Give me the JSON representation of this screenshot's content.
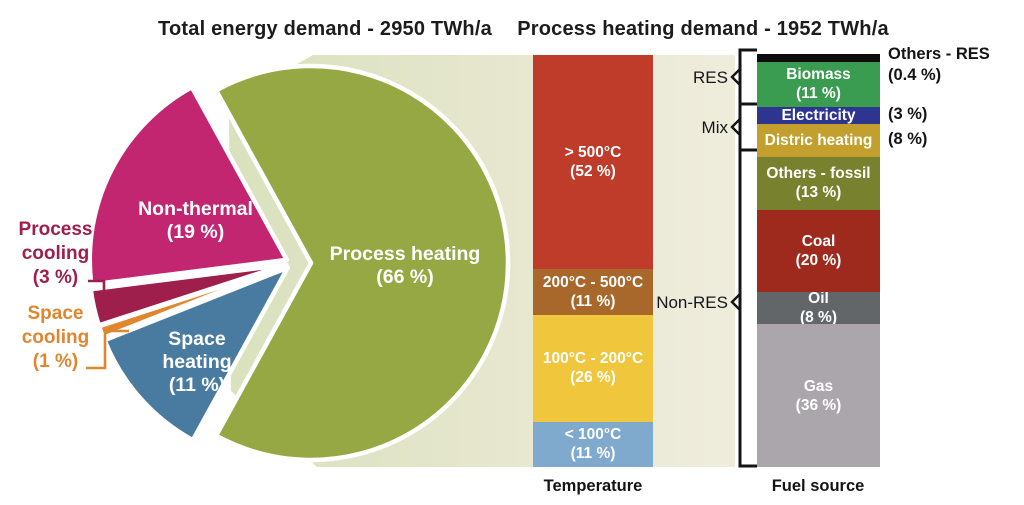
{
  "titles": {
    "pie": "Total energy demand - 2950 TWh/a",
    "bars": "Process heating demand - 1952 TWh/a"
  },
  "colors": {
    "process_heating": "#96a843",
    "non_thermal": "#c22670",
    "process_cooling": "#9e1e4c",
    "space_cooling": "#e0862e",
    "space_heating": "#497a9f",
    "flow_left": "#d9e1bd",
    "flow_right": "#efecdc",
    "bracket": "#141414"
  },
  "chart_data": [
    {
      "type": "pie",
      "title": "Total energy demand - 2950 TWh/a",
      "total_value": 2950,
      "unit": "TWh/a",
      "slices": [
        {
          "label": "Process heating",
          "pct": 66,
          "color": "#96a843"
        },
        {
          "label": "Non-thermal",
          "pct": 19,
          "color": "#c22670"
        },
        {
          "label": "Process cooling",
          "pct": 3,
          "color": "#9e1e4c"
        },
        {
          "label": "Space cooling",
          "pct": 1,
          "color": "#e0862e"
        },
        {
          "label": "Space heating",
          "pct": 11,
          "color": "#497a9f"
        }
      ]
    },
    {
      "type": "bar",
      "stacked": true,
      "title": "Process heating demand - 1952 TWh/a",
      "total_value": 1952,
      "unit": "TWh/a",
      "x_label": "Temperature",
      "segments": [
        {
          "label": "> 500°C",
          "pct": 52,
          "color": "#bf3b2a"
        },
        {
          "label": "200°C - 500°C",
          "pct": 11,
          "color": "#a8682c"
        },
        {
          "label": "100°C - 200°C",
          "pct": 26,
          "color": "#f0c63d"
        },
        {
          "label": "< 100°C",
          "pct": 11,
          "color": "#7fa9cd"
        }
      ]
    },
    {
      "type": "bar",
      "stacked": true,
      "title": "Process heating demand - 1952 TWh/a",
      "total_value": 1952,
      "unit": "TWh/a",
      "x_label": "Fuel source",
      "segments": [
        {
          "label": "Others - RES",
          "pct": 0.4,
          "color": "#0c0c0c",
          "label_outside": true
        },
        {
          "label": "Biomass",
          "pct": 11,
          "color": "#3a9c50"
        },
        {
          "label": "Electricity",
          "pct": 3,
          "color": "#2e3590",
          "pct_outside": true
        },
        {
          "label": "Distric heating",
          "pct": 8,
          "color": "#c3a02d",
          "pct_outside": true
        },
        {
          "label": "Others - fossil",
          "pct": 13,
          "color": "#77812e"
        },
        {
          "label": "Coal",
          "pct": 20,
          "color": "#9e2a1e"
        },
        {
          "label": "Oil",
          "pct": 8,
          "color": "#636669"
        },
        {
          "label": "Gas",
          "pct": 36,
          "color": "#aaa6ab"
        }
      ],
      "groups": [
        {
          "label": "RES",
          "from": 0,
          "to": 1
        },
        {
          "label": "Mix",
          "from": 2,
          "to": 3
        },
        {
          "label": "Non-RES",
          "from": 4,
          "to": 7
        }
      ]
    }
  ]
}
